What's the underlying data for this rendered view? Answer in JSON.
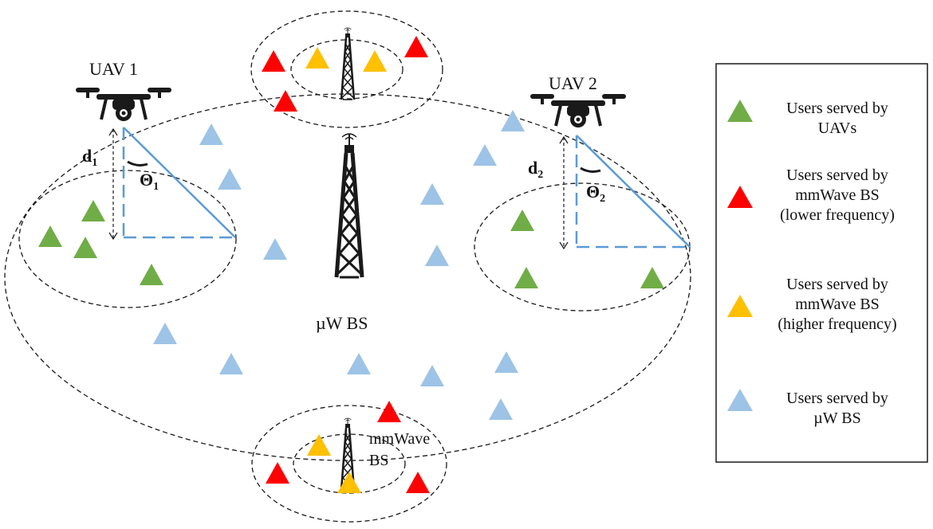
{
  "labels": {
    "uav1": "UAV 1",
    "uav2": "UAV 2",
    "d1": "d",
    "d1_sub": "1",
    "d2": "d",
    "d2_sub": "2",
    "theta1": "Θ",
    "theta1_sub": "1",
    "theta2": "Θ",
    "theta2_sub": "2",
    "uw_bs": "µW BS",
    "mmwave_bs_line1": "mmWave",
    "mmwave_bs_line2": "BS"
  },
  "legend": {
    "items": [
      {
        "lines": [
          "Users served by",
          "UAVs"
        ],
        "color": "#70ad47",
        "color_name": "green"
      },
      {
        "lines": [
          "Users served by",
          "mmWave BS",
          "(lower frequency)"
        ],
        "color": "#ff0000",
        "color_name": "red"
      },
      {
        "lines": [
          "Users served by",
          "mmWave BS",
          "(higher frequency)"
        ],
        "color": "#ffc000",
        "color_name": "yellow"
      },
      {
        "lines": [
          "Users served by",
          "µW BS"
        ],
        "color": "#9dc3e6",
        "color_name": "light-blue"
      }
    ]
  },
  "colors": {
    "uav_users": "#70ad47",
    "mmwave_low": "#ff0000",
    "mmwave_high": "#ffc000",
    "uw_users": "#9dc3e6",
    "beam_line": "#5b9bd5",
    "tower": "#1a1a1a"
  },
  "icons": [
    "drone-icon",
    "tower-icon",
    "user-triangle-icon"
  ]
}
